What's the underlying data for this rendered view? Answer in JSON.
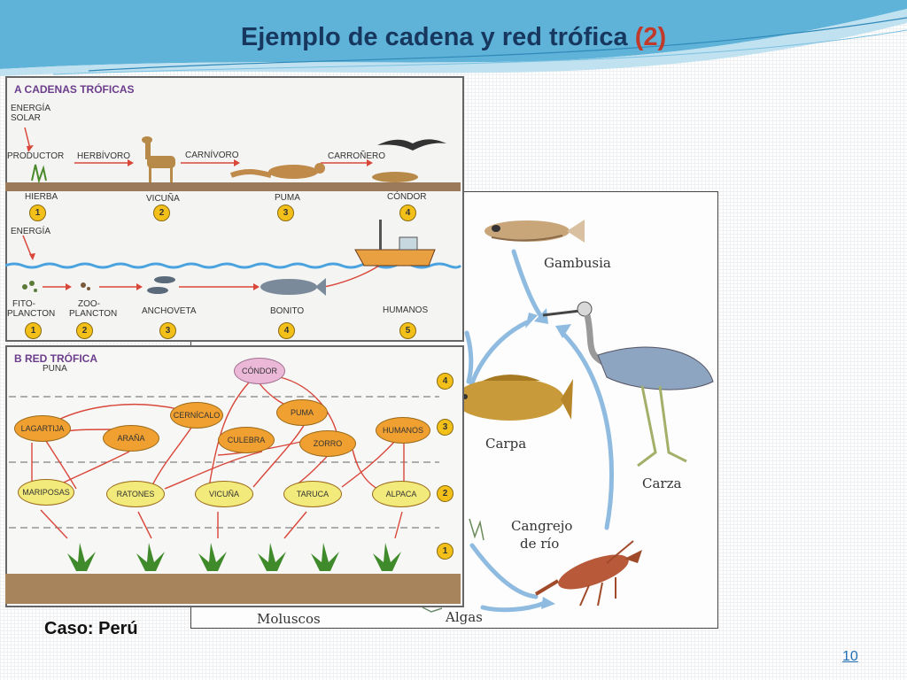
{
  "slide": {
    "title_main": "Ejemplo de cadena y red trófica",
    "title_num": "(2)",
    "case_label": "Caso: Perú",
    "page_number": "10"
  },
  "panel_a": {
    "header": "A  CADENAS TRÓFICAS",
    "land": {
      "energy": [
        "ENERGÍA",
        "SOLAR"
      ],
      "roles": [
        "PRODUCTOR",
        "HERBÍVORO",
        "CARNÍVORO",
        "CARROÑERO"
      ],
      "organisms": [
        "HIERBA",
        "VICUÑA",
        "PUMA",
        "CÓNDOR"
      ],
      "levels": [
        "1",
        "2",
        "3",
        "4"
      ]
    },
    "sea": {
      "energy": "ENERGÍA",
      "organisms": [
        [
          "FITO-",
          "PLANCTON"
        ],
        [
          "ZOO-",
          "PLANCTON"
        ],
        [
          "ANCHOVETA"
        ],
        [
          "BONITO"
        ],
        [
          "HUMANOS"
        ]
      ],
      "levels": [
        "1",
        "2",
        "3",
        "4",
        "5"
      ]
    }
  },
  "panel_b": {
    "header": "B  RED TRÓFICA",
    "subheader": "PUNA",
    "nodes": {
      "condor": "CÓNDOR",
      "cernicalo": "CERNÍCALO",
      "puma": "PUMA",
      "lagartija": "LAGARTIJA",
      "arana": "ARAÑA",
      "culebra": "CULEBRA",
      "zorro": "ZORRO",
      "humanos": "HUMANOS",
      "mariposas": "MARIPOSAS",
      "ratones": "RATONES",
      "vicuna": "VICUÑA",
      "taruca": "TARUCA",
      "alpaca": "ALPACA"
    },
    "levels": [
      "4",
      "3",
      "2",
      "1"
    ]
  },
  "right_panel": {
    "labels": {
      "gambusia": "Gambusia",
      "carpa": "Carpa",
      "carza": "Carza",
      "cangrejo_1": "Cangrejo",
      "cangrejo_2": "de río",
      "moluscos": "Moluscos",
      "algas": "Algas"
    }
  },
  "colors": {
    "title": "#17375e",
    "title_number": "#c0392b",
    "predator_node": "#f0a030",
    "herbivore_node": "#f2ea7a",
    "top_node": "#ecb8d8",
    "arrow": "#d9463a",
    "water": "#4aa3df",
    "blue_arrow": "#8fbbe0"
  }
}
